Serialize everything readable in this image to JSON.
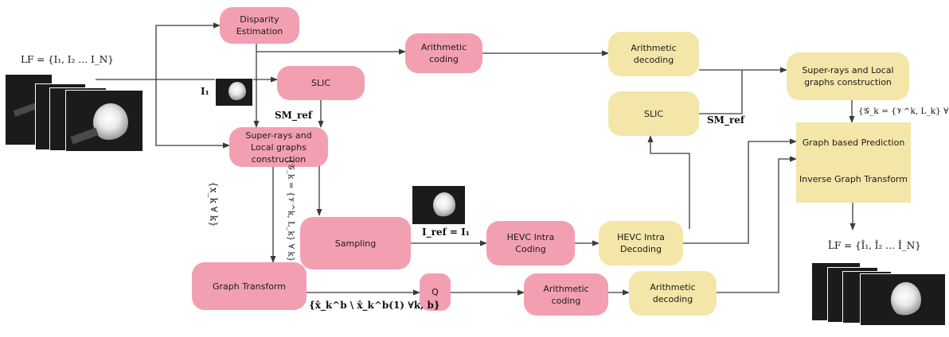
{
  "nodes": {
    "disparity": "Disparity\nEstimation",
    "arith_coding_top": "Arithmetic\ncoding",
    "arith_decoding_top": "Arithmetic\ndecoding",
    "superrays_right": "Super-rays and Local\ngraphs construction",
    "slic_left": "SLIC",
    "slic_right": "SLIC",
    "superrays_left": "Super-rays and\nLocal graphs\nconstruction",
    "sampling": "Sampling",
    "hevc_coding": "HEVC Intra\nCoding",
    "hevc_decoding": "HEVC Intra\nDecoding",
    "graph_transform": "Graph Transform",
    "q": "Q",
    "arith_coding_bottom": "Arithmetic\ncoding",
    "arith_decoding_bottom": "Arithmetic\ndecoding",
    "graph_prediction": "Graph based  Prediction",
    "inverse_gt": "Inverse Graph Transform"
  },
  "labels": {
    "lf_input": "LF = {I₁, I₂ … I_N}",
    "i1": "I₁",
    "sm_ref_left": "SM_ref",
    "sm_ref_right": "SM_ref",
    "graphs_right": "{𝒢_k = {𝒱^k, L_k} ∀ k}",
    "graphs_left_vertical": "{𝒢_k = {𝒱^k, L_k} ∀ k}",
    "x_vertical": "{x_k ∀ k}",
    "i_ref": "I_ref = I₁",
    "coeffs": "{x̂_k^b \\ x̂_k^b(1) ∀k, b}",
    "lf_output": "L̂F = {Î₁, Î₂ … Î_N}"
  },
  "colors": {
    "encoder": "#f2a0b1",
    "decoder": "#f4e6a8",
    "arrow": "#3a3a3a"
  }
}
